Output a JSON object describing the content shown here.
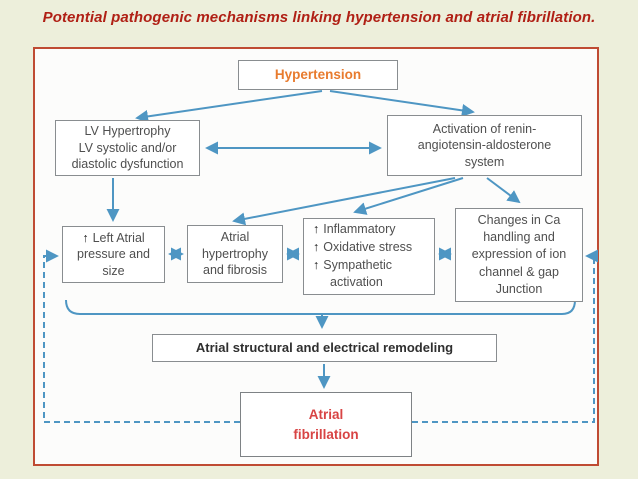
{
  "title": "Potential pathogenic mechanisms linking hypertension and atrial fibrillation.",
  "colors": {
    "slide_bg": "#edefdb",
    "panel_bg": "#fcfcfb",
    "panel_border": "#bf4b33",
    "title_text": "#b02015",
    "arrow": "#4e96c3",
    "box_border": "#898d90",
    "box_text": "#4f4f4f",
    "hypertension_text": "#e87b2e",
    "atrial_fibrillation_text": "#d84444",
    "remodeling_text": "#2f2f2f"
  },
  "nodes": {
    "hypertension": {
      "label": "Hypertension"
    },
    "lv": {
      "lines": [
        "LV Hypertrophy",
        "LV systolic and/or",
        "diastolic dysfunction"
      ]
    },
    "raas": {
      "lines": [
        "Activation of renin-",
        "angiotensin-aldosterone",
        "system"
      ]
    },
    "left_atrial": {
      "icon": "↑",
      "line1": "Left Atrial",
      "line2": "pressure and",
      "line3": "size"
    },
    "atrial_hypertrophy": {
      "lines": [
        "Atrial",
        "hypertrophy",
        "and fibrosis"
      ]
    },
    "inflammatory": {
      "icon": "↑",
      "item1": "Inflammatory",
      "item2": "Oxidative stress",
      "item3": "Sympathetic",
      "item3_cont": "activation"
    },
    "ca_handling": {
      "lines": [
        "Changes in Ca",
        "handling and",
        "expression of ion",
        "channel & gap",
        "Junction"
      ]
    },
    "remodeling": {
      "label": "Atrial structural and electrical remodeling"
    },
    "af": {
      "line1": "Atrial",
      "line2": "fibrillation"
    }
  }
}
